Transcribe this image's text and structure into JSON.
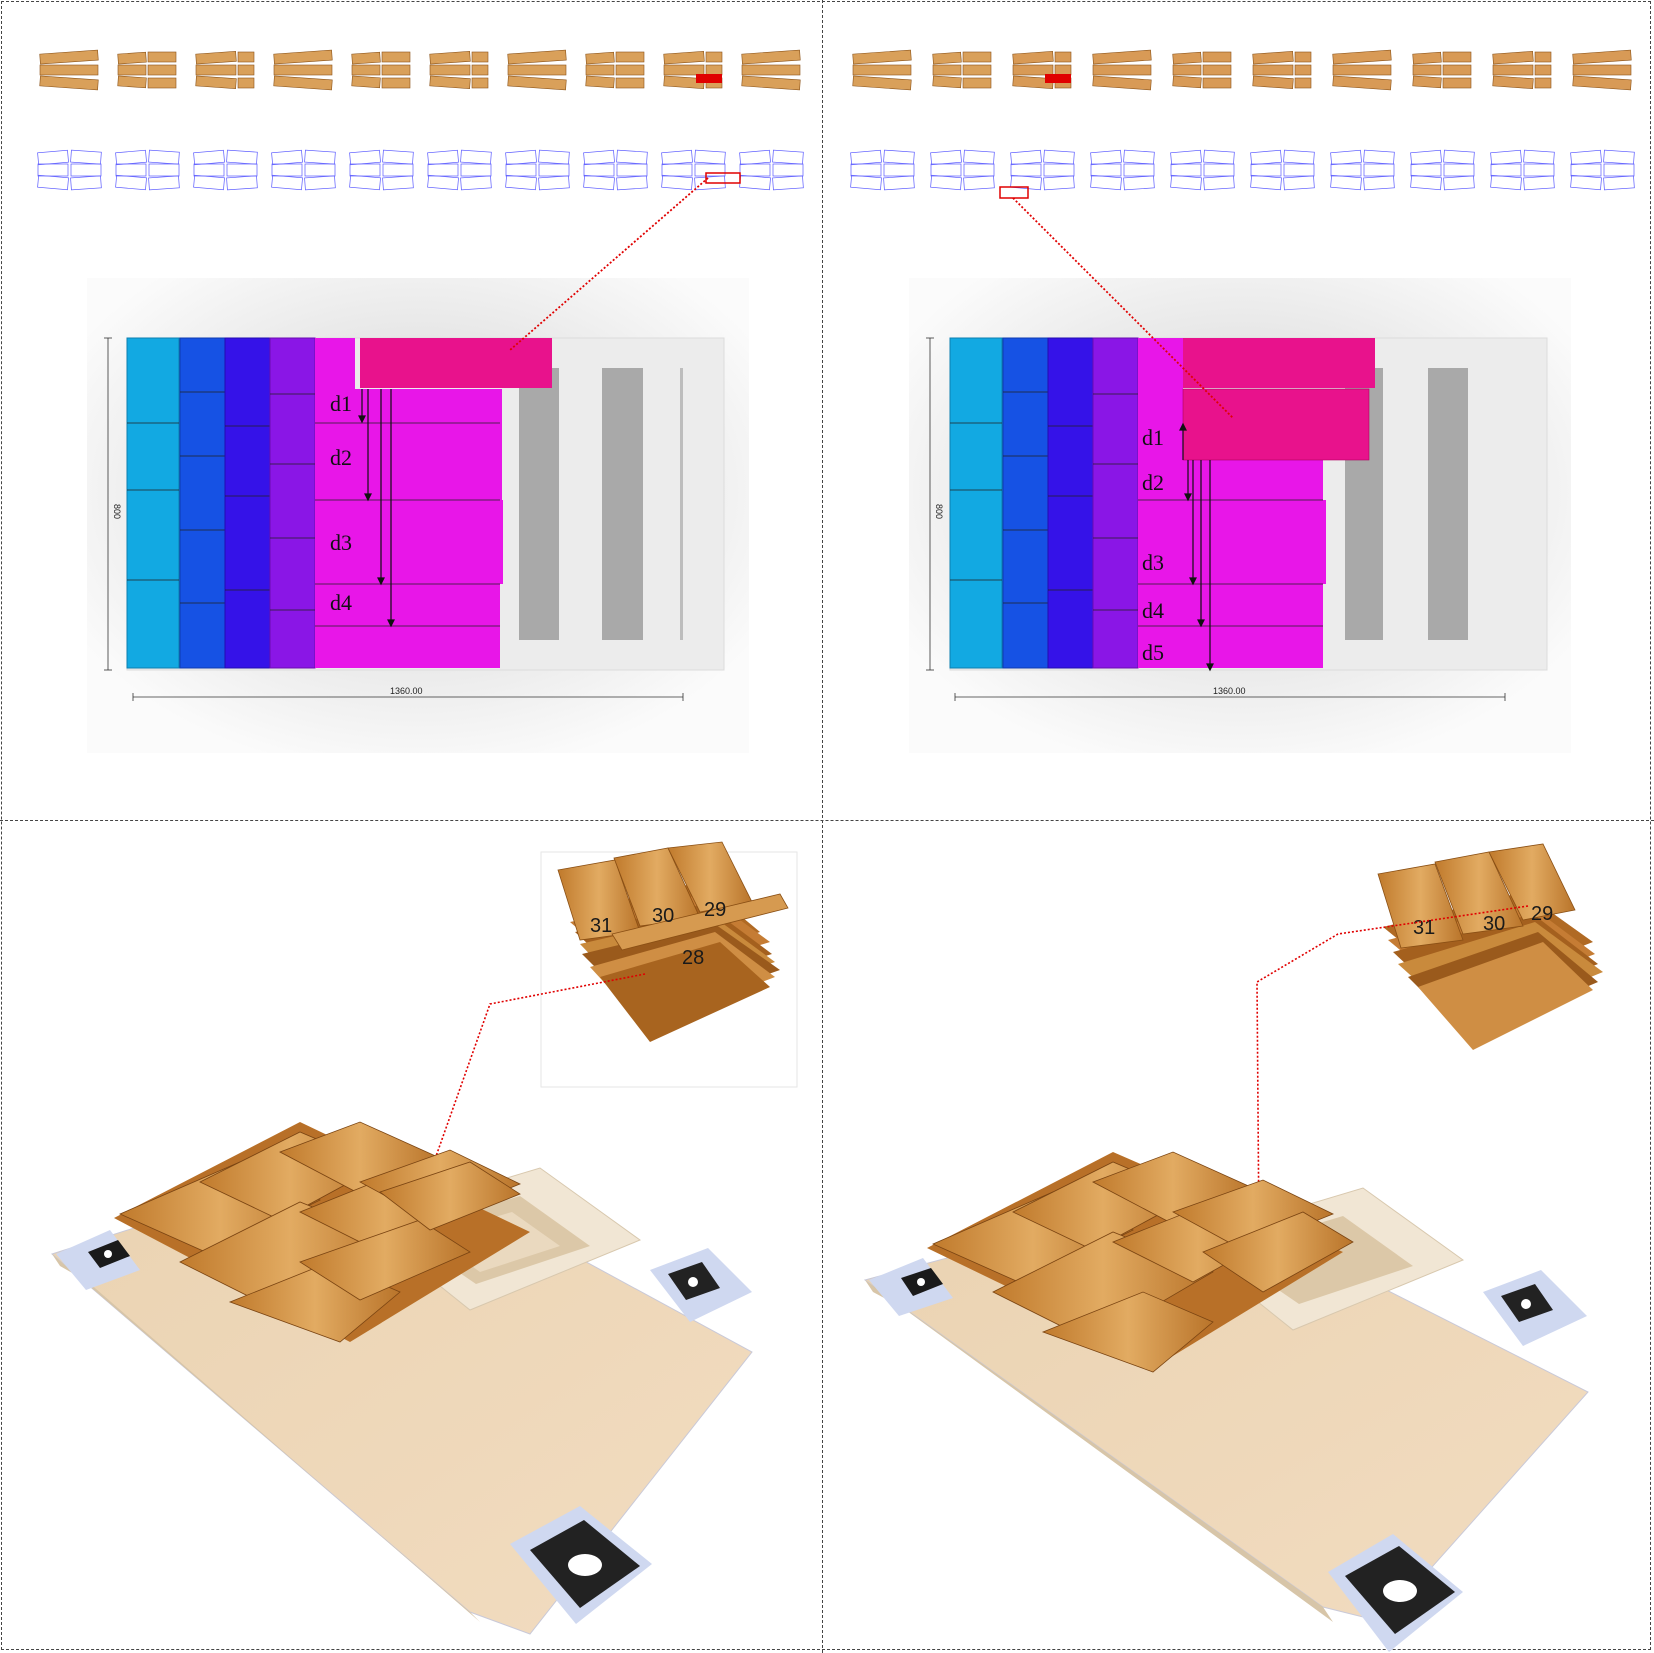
{
  "figure": {
    "panels": [
      {
        "id": "top-left",
        "layout_view": "placement before adding board",
        "width_label": "1360.00",
        "height_label": "800",
        "distance_labels": [
          "d1",
          "d2",
          "d3",
          "d4"
        ]
      },
      {
        "id": "top-right",
        "layout_view": "placement after adding board",
        "width_label": "1360.00",
        "height_label": "800",
        "distance_labels": [
          "d1",
          "d2",
          "d3",
          "d4",
          "d5"
        ]
      },
      {
        "id": "bottom-left",
        "scan_view": "3D scan of pallet with boards",
        "stack_tags": [
          "31",
          "30",
          "29",
          "28"
        ]
      },
      {
        "id": "bottom-right",
        "scan_view": "3D scan of pallet with boards",
        "stack_tags": [
          "31",
          "30",
          "29"
        ]
      }
    ]
  },
  "colors": {
    "cyan": "#12a9e2",
    "blue": "#1652e4",
    "indigo": "#3512e8",
    "violet": "#8a16e6",
    "magenta": "#e816e8",
    "highlight": "#e8128c",
    "wood": "#c98a3c",
    "connector": "#e00000",
    "outline": "#5a5aff"
  }
}
